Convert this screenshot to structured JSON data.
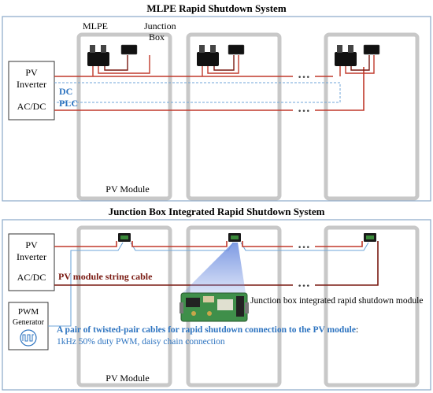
{
  "top": {
    "title": "MLPE Rapid Shutdown System",
    "label_mlpe": "MLPE",
    "label_junction_line1": "Junction",
    "label_junction_line2": "Box",
    "inverter_line1": "PV",
    "inverter_line2": "Inverter",
    "inverter_line3": "AC/DC",
    "label_dc": "DC",
    "label_plc": "PLC",
    "module_label": "PV Module",
    "ellipsis": "•••"
  },
  "bottom": {
    "title": "Junction Box Integrated Rapid Shutdown  System",
    "inverter_line1": "PV",
    "inverter_line2": "Inverter",
    "inverter_line3": "AC/DC",
    "string_cable_label": "PV module string cable",
    "junction_module_label": "Junction box integrated rapid shutdown module",
    "pwm_line1": "PWM",
    "pwm_line2": "Generator",
    "twisted_pair_label": "A pair of twisted-pair cables for rapid shutdown connection to the PV module",
    "twisted_pair_colon": ":",
    "duty_label": "1kHz 50% duty PWM, daisy chain connection",
    "module_label": "PV Module",
    "ellipsis": "•••"
  },
  "colors": {
    "border": "#8aa8c8",
    "panel": "#c8c8c8",
    "cable_red": "#c0392b",
    "cable_dark": "#7a1a12",
    "blue_text": "#2e74c0",
    "dashed_blue": "#6fa6d8"
  }
}
